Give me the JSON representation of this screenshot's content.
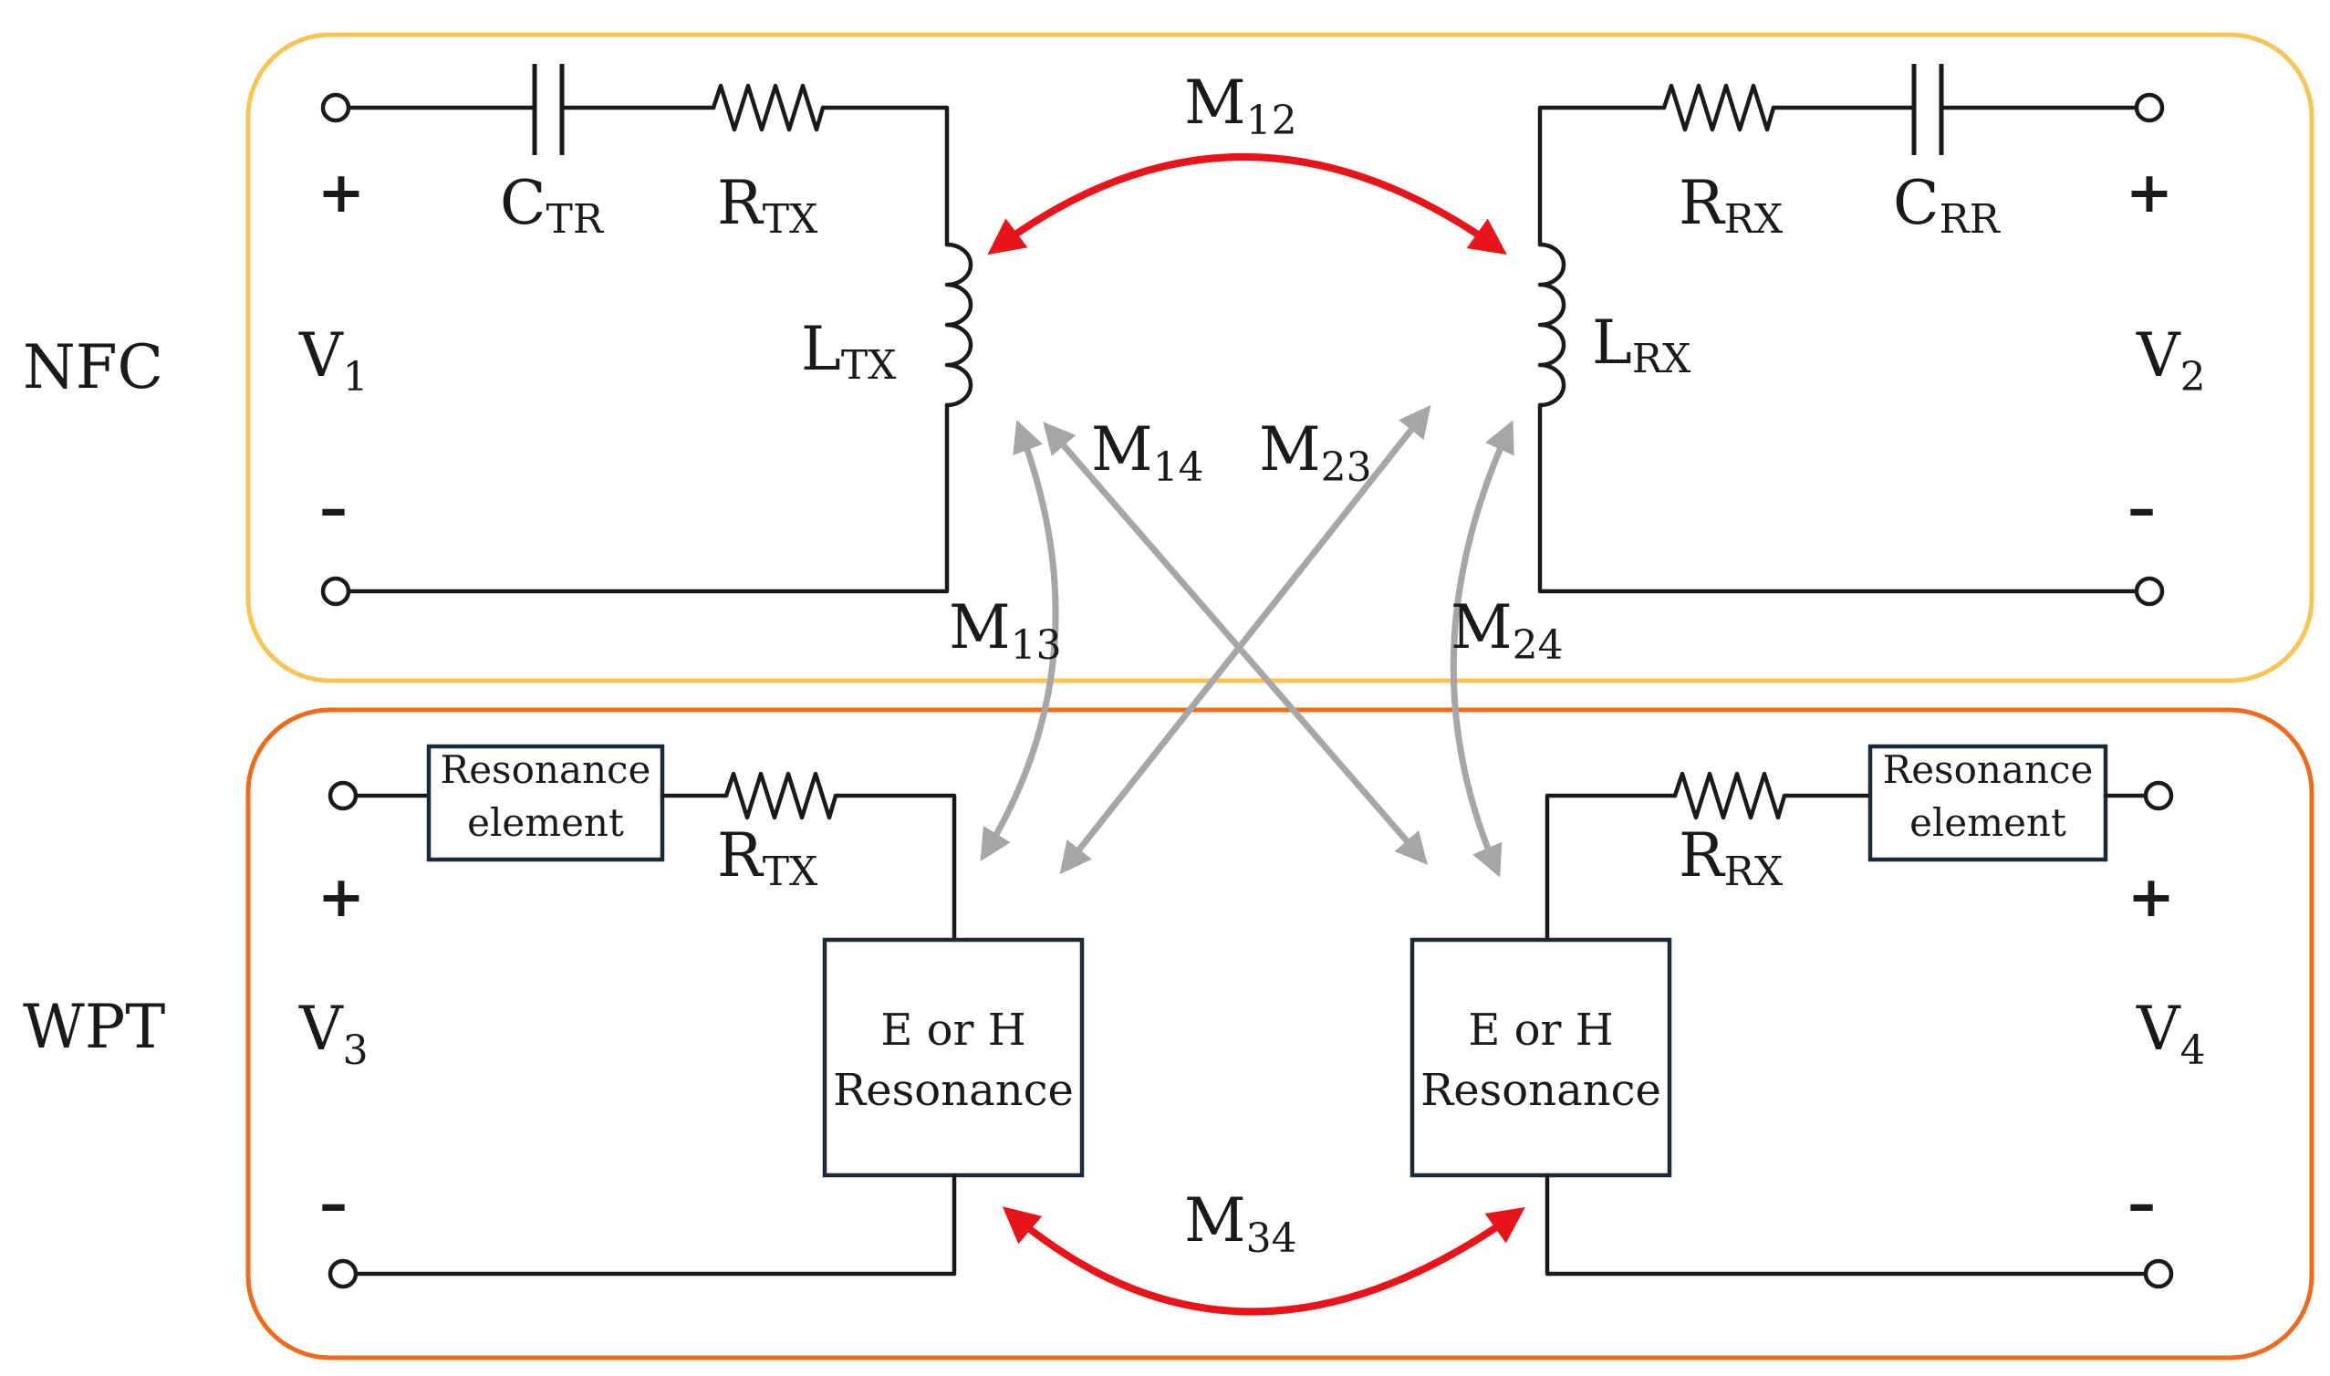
{
  "colors": {
    "nfc_border": "#f9c453",
    "wpt_border": "#ef6a1a",
    "coupling_main": "#e8141a",
    "coupling_cross": "#a6a6a6"
  },
  "side_labels": {
    "nfc": "NFC",
    "wpt": "WPT"
  },
  "polarity": {
    "plus": "+",
    "minus": "–"
  },
  "nfc": {
    "tx": {
      "voltage": {
        "main": "V",
        "sub": "1"
      },
      "capacitor": {
        "main": "C",
        "sub": "TR"
      },
      "resistor": {
        "main": "R",
        "sub": "TX"
      },
      "inductor": {
        "main": "L",
        "sub": "TX"
      }
    },
    "rx": {
      "voltage": {
        "main": "V",
        "sub": "2"
      },
      "capacitor": {
        "main": "C",
        "sub": "RR"
      },
      "resistor": {
        "main": "R",
        "sub": "RX"
      },
      "inductor": {
        "main": "L",
        "sub": "RX"
      }
    }
  },
  "wpt": {
    "tx": {
      "voltage": {
        "main": "V",
        "sub": "3"
      },
      "resonance_element": [
        "Resonance",
        "element"
      ],
      "resistor": {
        "main": "R",
        "sub": "TX"
      },
      "resonator": [
        "E or H",
        "Resonance"
      ]
    },
    "rx": {
      "voltage": {
        "main": "V",
        "sub": "4"
      },
      "resonance_element": [
        "Resonance",
        "element"
      ],
      "resistor": {
        "main": "R",
        "sub": "RX"
      },
      "resonator": [
        "E or H",
        "Resonance"
      ]
    }
  },
  "mutual": {
    "m12": {
      "main": "M",
      "sub": "12"
    },
    "m34": {
      "main": "M",
      "sub": "34"
    },
    "m13": {
      "main": "M",
      "sub": "13"
    },
    "m14": {
      "main": "M",
      "sub": "14"
    },
    "m23": {
      "main": "M",
      "sub": "23"
    },
    "m24": {
      "main": "M",
      "sub": "24"
    }
  }
}
